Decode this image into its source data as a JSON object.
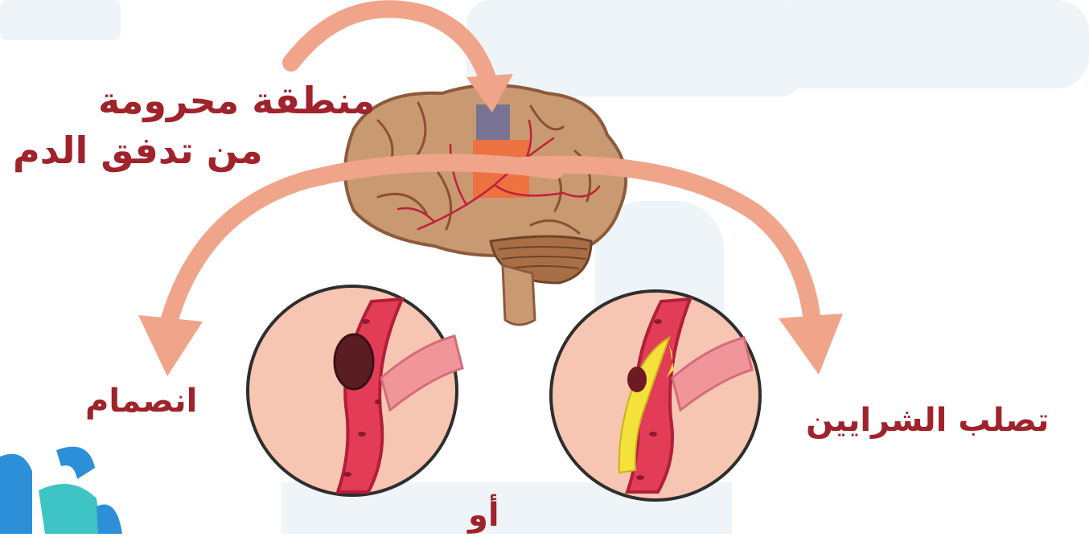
{
  "labels": {
    "deprived_region_line1": "منطقة محرومة",
    "deprived_region_line2": "من تدفق الدم",
    "embolism": "انصمام",
    "atherosclerosis": "تصلب الشرايين",
    "or": "أو"
  },
  "colors": {
    "label_text": "#a0222b",
    "arrow": "#f0a48a",
    "brain": "#c99a72",
    "vessel": "#e23c56",
    "plaque": "#f4e23a",
    "circle_fill": "#f6c6b2",
    "watermark": "#eef4f8",
    "logo_blue": "#2d8fd8",
    "logo_teal": "#3ec4c4"
  },
  "icons": [
    "brain-illustration",
    "embolism-vessel-illustration",
    "atherosclerosis-vessel-illustration",
    "logo"
  ]
}
